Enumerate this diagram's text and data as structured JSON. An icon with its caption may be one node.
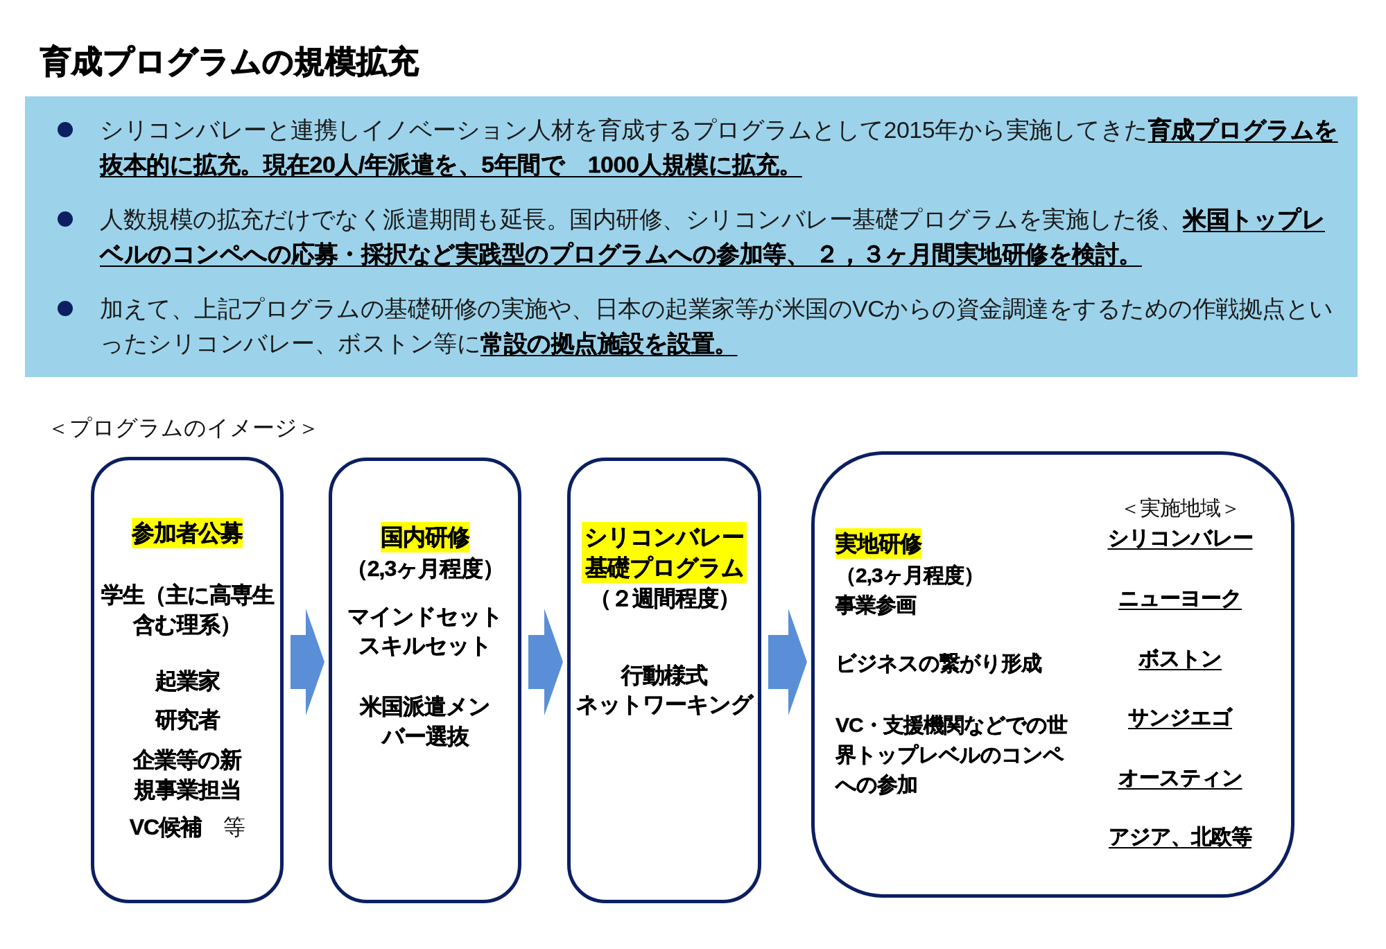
{
  "diagram": {
    "title": "育成プログラムの規模拡充",
    "nodes": [
      {
        "text": [
          "シリコンバレーと連携しイノベーション人材を育成するプログラムとして2015年から実施してきた**育成プログラムを抜本的に拡充。現在20人/年派遣を、5年間で　1000人規模に拡充。**",
          "人数規模の拡充だけでなく派遣期間も延長。国内研修、シリコンバレー基礎プログラムを実施した後、**米国トップレベルのコンペへの応募・採択など実践型のプログラムへの参加等、 ２，３ヶ月間実地研修を検討。**",
          "加えて、上記プログラムの基礎研修の実施や、日本の起業家等が米国のVCからの資金調達をするための作戦拠点といったシリコンバレー、ボストン等に**常設の拠点施設を設置。**"
        ]
      },
      {
        "text": [
          "参加者公募",
          "学生（主に高専生含む理系）",
          "起業家",
          "研究者",
          "企業等の新規事業担当",
          "**VC候補**　等"
        ]
      },
      {
        "text": [
          "国内研修",
          "（2,3ヶ月程度）",
          "マインドセット",
          "スキルセット",
          "米国派遣メンバー選抜"
        ]
      },
      {
        "text": [
          "シリコンバレー基礎プログラム",
          "（２週間程度）",
          "行動様式",
          "ネットワーキング"
        ]
      },
      {
        "text": [
          "実地研修",
          "（2,3ヶ月程度）",
          "事業参画",
          "ビジネスの繋がり形成",
          "VC・支援機関などでの世界トップレベルのコンペへの参加",
          "＜実施地域＞",
          "シリコンバレー",
          "ニューヨーク",
          "ボストン",
          "サンジエゴ",
          "オースティン",
          "アジア、北欧等"
        ]
      }
    ],
    "edges": [
      {
        "from": 1,
        "to": 2,
        "arrow": "to"
      },
      {
        "from": 2,
        "to": 3,
        "arrow": "to"
      },
      {
        "from": 3,
        "to": 4,
        "arrow": "to"
      }
    ],
    "labels": [
      "＜プログラムのイメージ＞"
    ]
  }
}
